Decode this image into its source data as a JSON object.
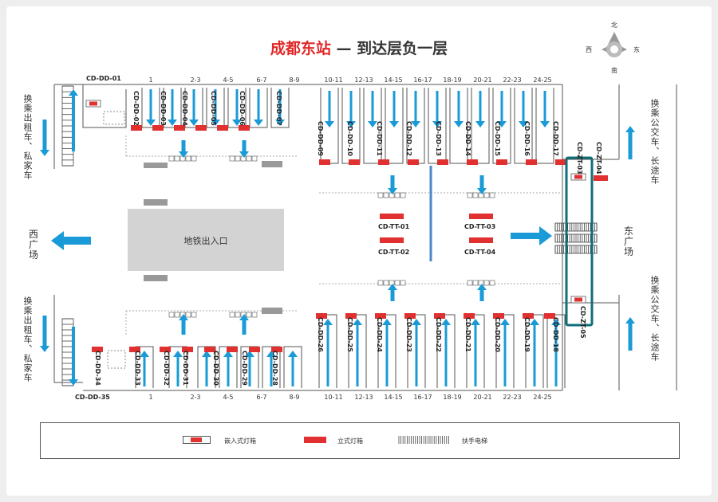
{
  "title": {
    "station": "成都东站",
    "rest": "— 到达层负一层"
  },
  "compass": {
    "n": "北",
    "s": "南",
    "e": "东",
    "w": "西"
  },
  "side_labels": {
    "left_top": "换乘出租车、私家车",
    "left_bottom": "换乘出租车、私家车",
    "right_top": "换乘公交车、长途车",
    "right_bottom": "换乘公交车、长途车"
  },
  "plazas": {
    "west": "西广场",
    "east": "东广场"
  },
  "metro": "地铁出入口",
  "top_ticks": [
    "1",
    "2-3",
    "4-5",
    "6-7",
    "8-9",
    "10-11",
    "12-13",
    "14-15",
    "16-17",
    "18-19",
    "20-21",
    "22-23",
    "24-25"
  ],
  "bottom_ticks": [
    "1",
    "2-3",
    "4-5",
    "6-7",
    "8-9",
    "10-11",
    "12-13",
    "14-15",
    "16-17",
    "18-19",
    "20-21",
    "22-23",
    "24-25"
  ],
  "labels": {
    "dd01": "CD-DD-01",
    "dd35": "CD-DD-35",
    "zt03": "CD-ZT-03",
    "zt04": "CD-ZT-04",
    "zt05": "CD-ZT-05",
    "tt01": "CD-TT-01",
    "tt02": "CD-TT-02",
    "tt03": "CD-TT-03",
    "tt04": "CD-TT-04"
  },
  "top_slots_left": [
    "CD-DD-02",
    "CD-DD-03",
    "CD-DD-04",
    "CD-DD-05",
    "CD-DD-06",
    "CD-DD-07"
  ],
  "top_slots_right": [
    "CD-DD-09",
    "CD-DD-10",
    "CD-DD-11",
    "CD-DD-12",
    "CD-DD-13",
    "CD-DD-14",
    "CD-DD-15",
    "CD-DD-16",
    "CD-DD-17"
  ],
  "bottom_slots_left": [
    "CD-DD-34",
    "CD-DD-33",
    "CD-DD-32",
    "CD-DD-31",
    "CD-DD-30",
    "CD-DD-29",
    "CD-DD-28"
  ],
  "bottom_slots_right": [
    "CD-DD-26",
    "CD-DD-25",
    "CD-DD-24",
    "CD-DD-23",
    "CD-DD-22",
    "CD-DD-21",
    "CD-DD-20",
    "CD-DD-19",
    "CD-DD-18"
  ],
  "legend": {
    "embedded": "嵌入式灯箱",
    "standing": "立式灯箱",
    "escalator": "扶手电梯"
  },
  "colors": {
    "title_red": "#e02828",
    "arrow_blue": "#1a9bd7",
    "box_red": "#e03030",
    "highlight_teal": "#0f6f78",
    "metro_gray": "#d3d3d3",
    "blue_line": "#4a86c8"
  }
}
